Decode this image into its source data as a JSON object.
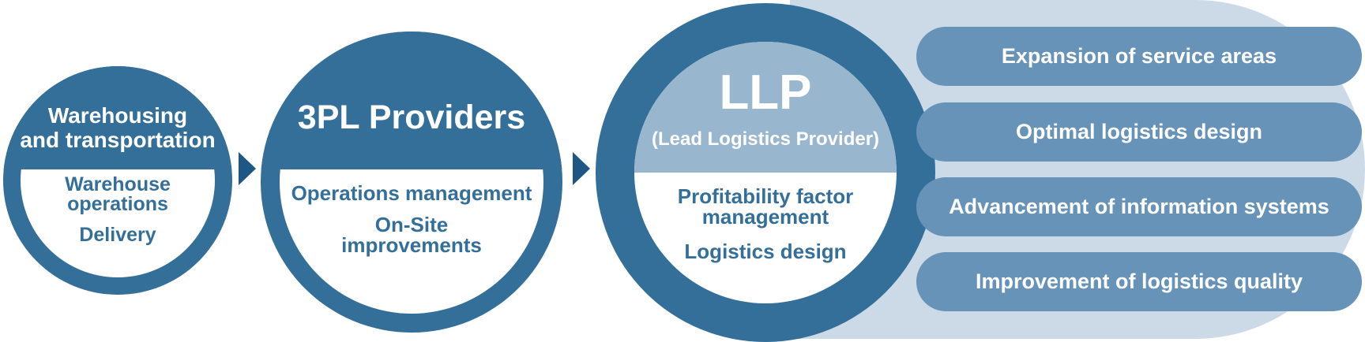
{
  "stage1": {
    "title_lines": [
      "Warehousing",
      "and transportation"
    ],
    "body_lines": [
      "Warehouse",
      "operations",
      "Delivery"
    ]
  },
  "stage2": {
    "title": "3PL Providers",
    "body_lines": [
      "Operations management",
      "On-Site",
      "improvements"
    ]
  },
  "stage3": {
    "title": "LLP",
    "subtitle": "(Lead Logistics Provider)",
    "body_lines": [
      "Profitability factor",
      "management",
      "Logistics design"
    ]
  },
  "benefits": [
    "Expansion of service areas",
    "Optimal logistics design",
    "Advancement of information systems",
    "Improvement of logistics quality"
  ],
  "colors": {
    "dark_blue": "#346f99",
    "arrow_blue": "#1f5784",
    "light_blue": "#99b6cf",
    "pill_blue": "#6793b8",
    "backdrop": "#ccdae7"
  }
}
